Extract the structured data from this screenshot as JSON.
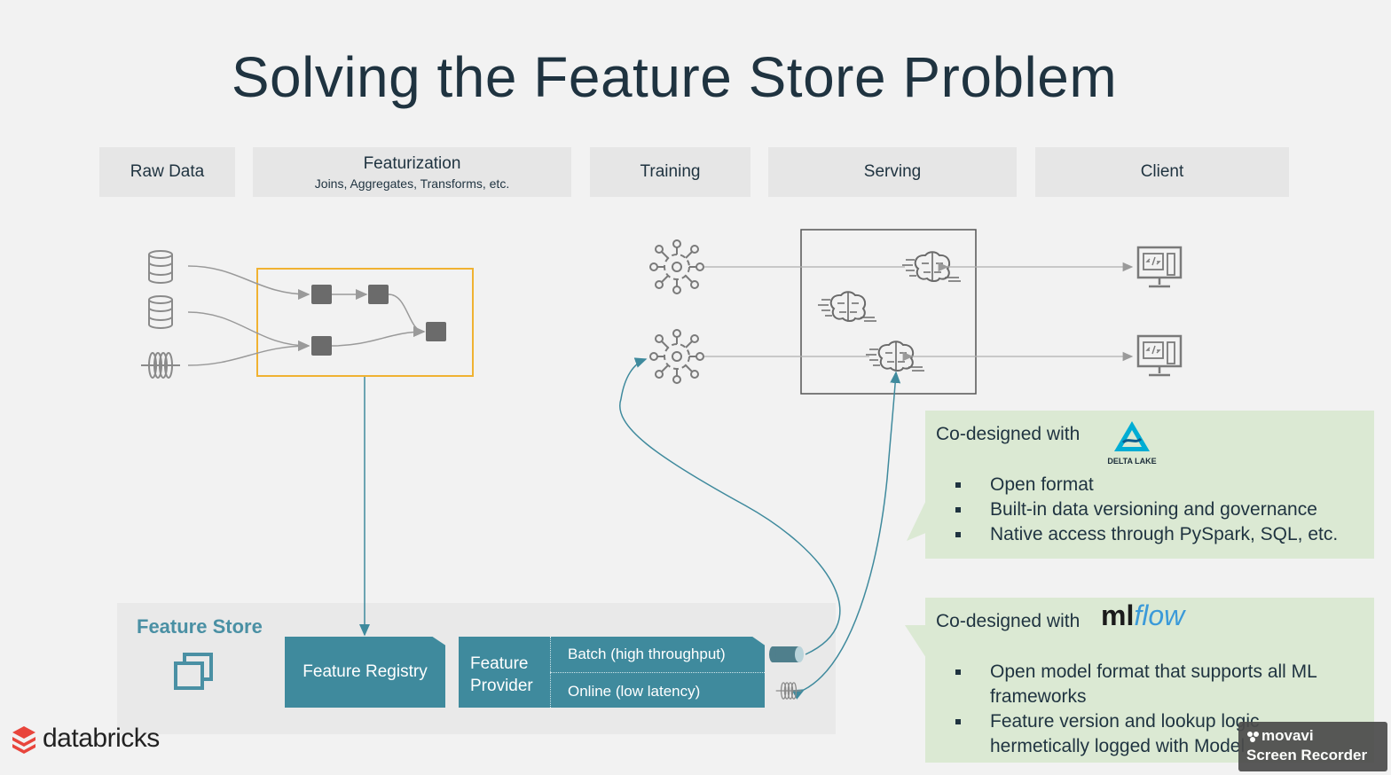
{
  "slide": {
    "title": "Solving the Feature Store Problem"
  },
  "stages": [
    {
      "label": "Raw Data",
      "sub": ""
    },
    {
      "label": "Featurization",
      "sub": "Joins, Aggregates, Transforms, etc."
    },
    {
      "label": "Training",
      "sub": ""
    },
    {
      "label": "Serving",
      "sub": ""
    },
    {
      "label": "Client",
      "sub": ""
    }
  ],
  "feature_store": {
    "title": "Feature Store",
    "registry_label": "Feature Registry",
    "provider_label": "Feature Provider",
    "batch_label": "Batch (high throughput)",
    "online_label": "Online (low latency)"
  },
  "callouts": {
    "delta": {
      "head": "Co-designed with",
      "logo_text": "DELTA LAKE",
      "items": [
        "Open format",
        "Built-in data versioning and governance",
        "Native access through PySpark, SQL, etc."
      ]
    },
    "mlflow": {
      "head": "Co-designed with",
      "logo_text_ml": "ml",
      "logo_text_flow": "flow",
      "items": [
        "Open model format that supports all ML frameworks",
        "Feature version and lookup logic hermetically logged with Model"
      ]
    }
  },
  "footer": {
    "brand": "databricks"
  },
  "watermark": {
    "line1": "movavi",
    "line2": "Screen Recorder"
  },
  "colors": {
    "teal": "#3f8a9d",
    "featurization_border": "#f0b232",
    "callout_bg": "#dbe9d3",
    "brand_red": "#e8453c"
  }
}
